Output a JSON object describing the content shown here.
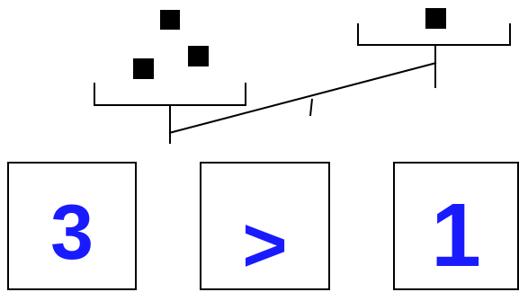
{
  "colors": {
    "stroke": "#000000",
    "block": "#000000",
    "number": "#1a1aff"
  },
  "balance": {
    "left_pan_blocks": 3,
    "right_pan_blocks": 1,
    "heavier_side": "left"
  },
  "cards": {
    "left_value": "3",
    "operator": ">",
    "right_value": "1"
  }
}
